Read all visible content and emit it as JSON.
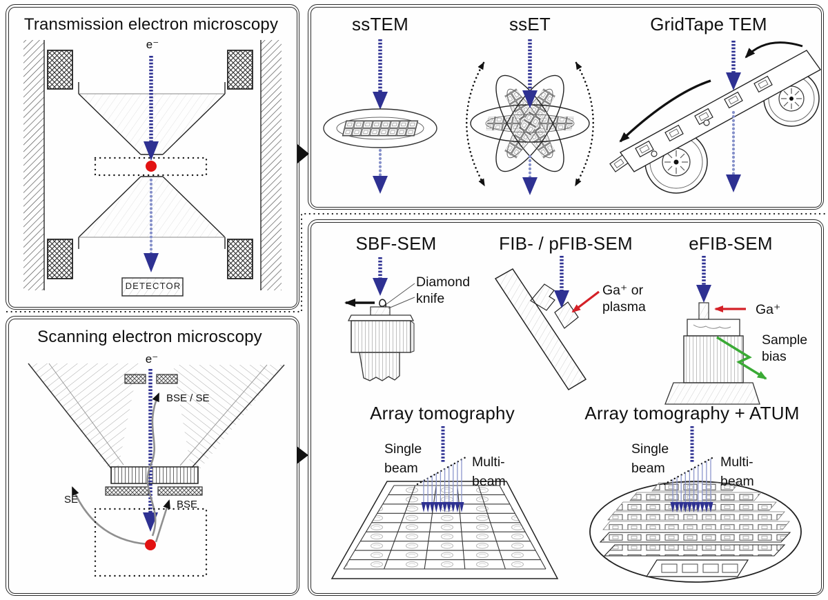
{
  "colors": {
    "beam_blue": "#2e3192",
    "post_specimen_blue": "#8590c9",
    "specimen_red": "#e21212",
    "ion_beam_red": "#d42027",
    "sample_bias_green": "#3aaa35",
    "signal_gray": "#8f8f8f",
    "ink": "#1a1a1a"
  },
  "panels": {
    "tem": {
      "title": "Transmission electron microscopy",
      "beam_label": "e⁻",
      "detector_label": "DETECTOR"
    },
    "sem": {
      "title": "Scanning electron microscopy",
      "beam_label": "e⁻",
      "bse_se": "BSE / SE",
      "se": "SE",
      "bse": "BSE"
    },
    "tem_methods": {
      "sstem": "ssTEM",
      "sset": "ssET",
      "gridtape": "GridTape TEM"
    },
    "sem_methods": {
      "sbf": {
        "title": "SBF-SEM",
        "knife_line1": "Diamond",
        "knife_line2": "knife"
      },
      "fib": {
        "title": "FIB- / pFIB-SEM",
        "ion_line1": "Ga⁺ or",
        "ion_line2": "plasma"
      },
      "efib": {
        "title": "eFIB-SEM",
        "ion": "Ga⁺",
        "bias_line1": "Sample",
        "bias_line2": "bias"
      },
      "array": {
        "title": "Array tomography"
      },
      "atum": {
        "title": "Array tomography + ATUM"
      },
      "beam_labels": {
        "single_line1": "Single",
        "single_line2": "beam",
        "multi_line1": "Multi-",
        "multi_line2": "beam"
      }
    }
  }
}
